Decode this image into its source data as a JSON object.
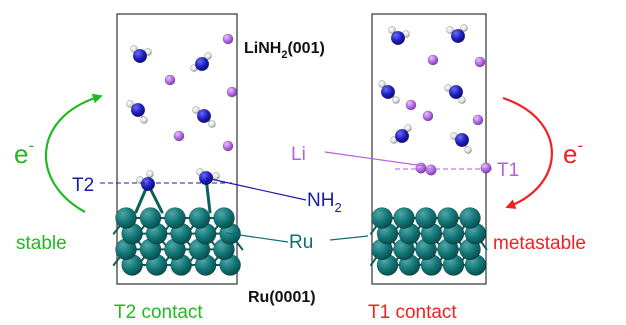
{
  "labels": {
    "film": "LiNH",
    "film_sub": "2",
    "film_rest": "(001)",
    "substrate": "Ru(0001)",
    "left_caption": "T2 contact",
    "right_caption": "T1 contact",
    "left_state": "stable",
    "right_state": "metastable",
    "electron": "e",
    "electron_sup": "-",
    "site_t2": "T2",
    "site_t1": "T1",
    "li": "Li",
    "nh2": "NH",
    "nh2_sub": "2",
    "ru": "Ru"
  },
  "colors": {
    "green": "#22b822",
    "red": "#ee2222",
    "blue": "#1a1aa8",
    "purple": "#b060e0",
    "teal": "#0f6e6e",
    "black": "#111111"
  }
}
